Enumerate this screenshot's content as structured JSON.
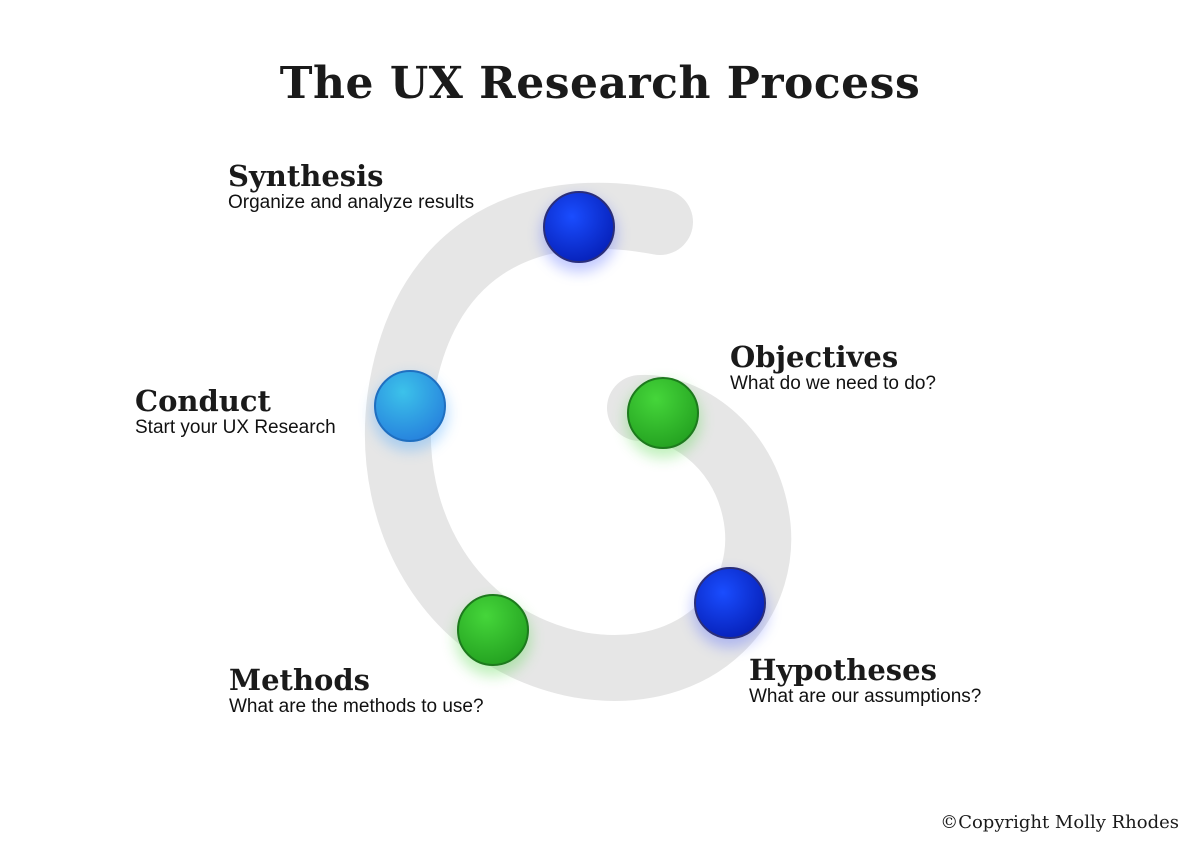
{
  "title": "The UX Research Process",
  "steps": {
    "synthesis": {
      "title": "Synthesis",
      "description": "Organize and analyze results",
      "color": "blue"
    },
    "conduct": {
      "title": "Conduct",
      "description": "Start your UX Research",
      "color": "light-blue"
    },
    "objectives": {
      "title": "Objectives",
      "description": "What do we need to do?",
      "color": "green"
    },
    "hypotheses": {
      "title": "Hypotheses",
      "description": "What are our assumptions?",
      "color": "blue"
    },
    "methods": {
      "title": "Methods",
      "description": "What are the methods to use?",
      "color": "green"
    }
  },
  "copyright": "©Copyright Molly Rhodes",
  "colors": {
    "spiral": "#e6e6e6",
    "blue": "#0a2fe0",
    "light_blue": "#2fa7e4",
    "green": "#35c32b",
    "title_text": "#1a1a1a"
  }
}
